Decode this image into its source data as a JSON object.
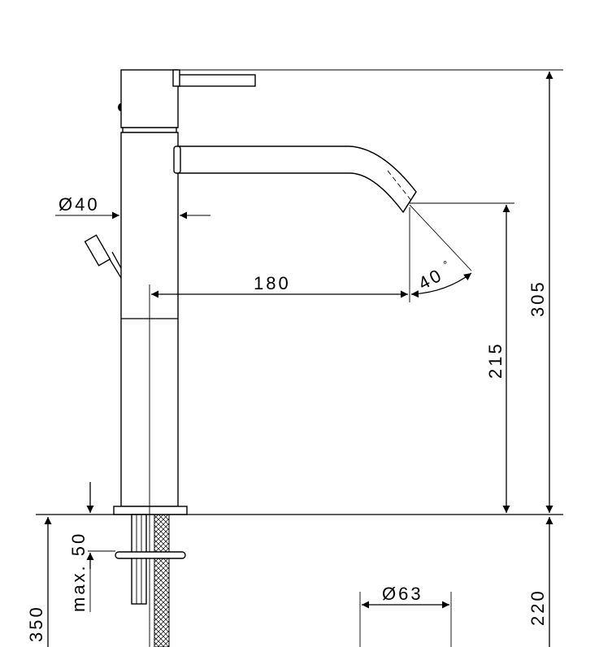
{
  "dimensions": {
    "diameter_body": "Ø40",
    "reach": "180",
    "angle": "40",
    "angle_unit": "°",
    "spout_height": "215",
    "total_height": "305",
    "max_deck": "max. 50",
    "supply_left": "350",
    "supply_right": "220",
    "diameter_flange": "Ø63"
  },
  "colors": {
    "line": "#000000",
    "background": "#ffffff"
  }
}
